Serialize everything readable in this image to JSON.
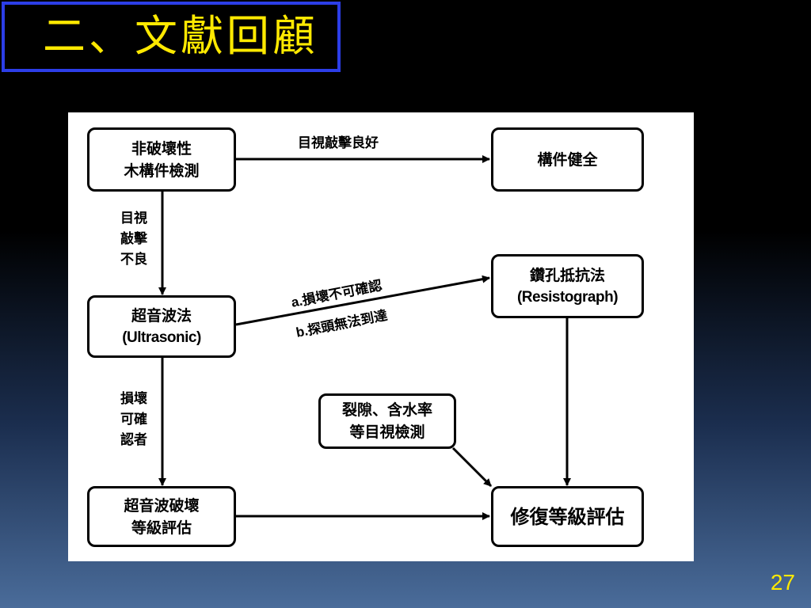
{
  "slide": {
    "title": "二、文獻回顧",
    "page_number": "27"
  },
  "diagram": {
    "nodes": {
      "ndt": {
        "line1": "非破壞性",
        "line2": "木構件檢測"
      },
      "sound": {
        "line1": "構件健全"
      },
      "ultrasonic": {
        "line1": "超音波法",
        "line2": "(Ultrasonic)"
      },
      "resisto": {
        "line1": "鑽孔抵抗法",
        "line2": "(Resistograph)"
      },
      "other": {
        "line1": "裂隙、含水率",
        "line2": "等目視檢測"
      },
      "ut_grade": {
        "line1": "超音波破壞",
        "line2": "等級評估"
      },
      "repair": {
        "line1": "修復等級評估"
      }
    },
    "edge_labels": {
      "visual_good": "目視敲擊良好",
      "visual_bad": [
        "目視",
        "敲擊",
        "不良"
      ],
      "damage_confirmed": [
        "損壞",
        "可確",
        "認者"
      ],
      "a_prefix": "a.",
      "a_text": "損壞不可確認",
      "b_prefix": "b.",
      "b_text": "探頭無法到達"
    }
  }
}
